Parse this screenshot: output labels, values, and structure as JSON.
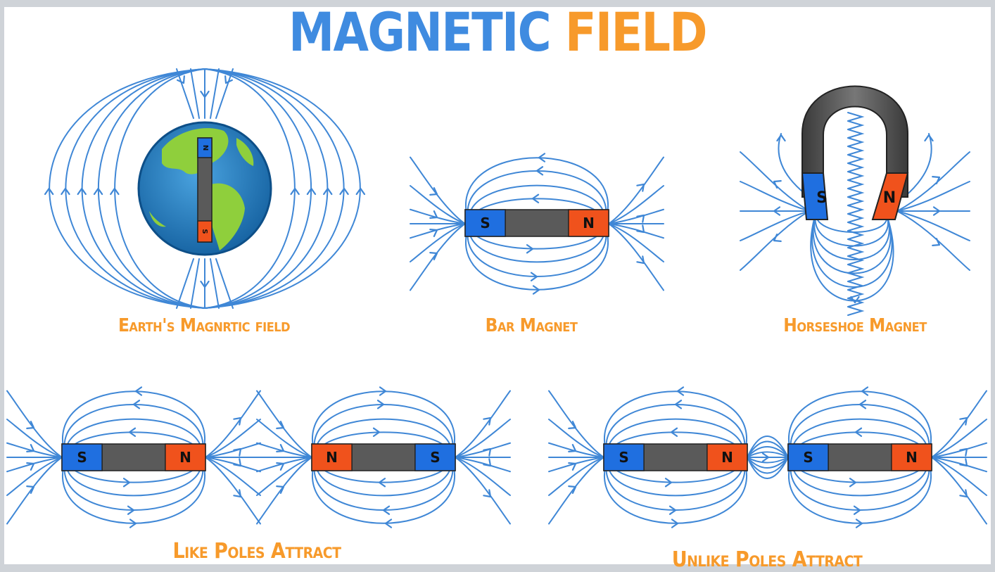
{
  "title": {
    "word1": "MAGNETIC",
    "word2": "FIELD"
  },
  "colors": {
    "title_blue": "#3f8be0",
    "title_orange": "#f79a2b",
    "field_line": "#3f87d6",
    "south_pole": "#1f6fe0",
    "north_pole": "#f0521c",
    "magnet_body": "#5a5a5a",
    "caption": "#f79a2b"
  },
  "panels": {
    "earth": {
      "caption": "Earth's Magnrtic field",
      "north": "N",
      "south": "S"
    },
    "bar": {
      "caption": "Bar Magnet",
      "left_pole": "S",
      "right_pole": "N"
    },
    "horseshoe": {
      "caption": "Horseshoe Magnet",
      "left_pole": "S",
      "right_pole": "N"
    },
    "like": {
      "caption": "Like Poles Attract",
      "magnet1": {
        "left_pole": "S",
        "right_pole": "N"
      },
      "magnet2": {
        "left_pole": "N",
        "right_pole": "S"
      }
    },
    "unlike": {
      "caption": "Unlike Poles Attract",
      "magnet1": {
        "left_pole": "S",
        "right_pole": "N"
      },
      "magnet2": {
        "left_pole": "S",
        "right_pole": "N"
      }
    }
  }
}
